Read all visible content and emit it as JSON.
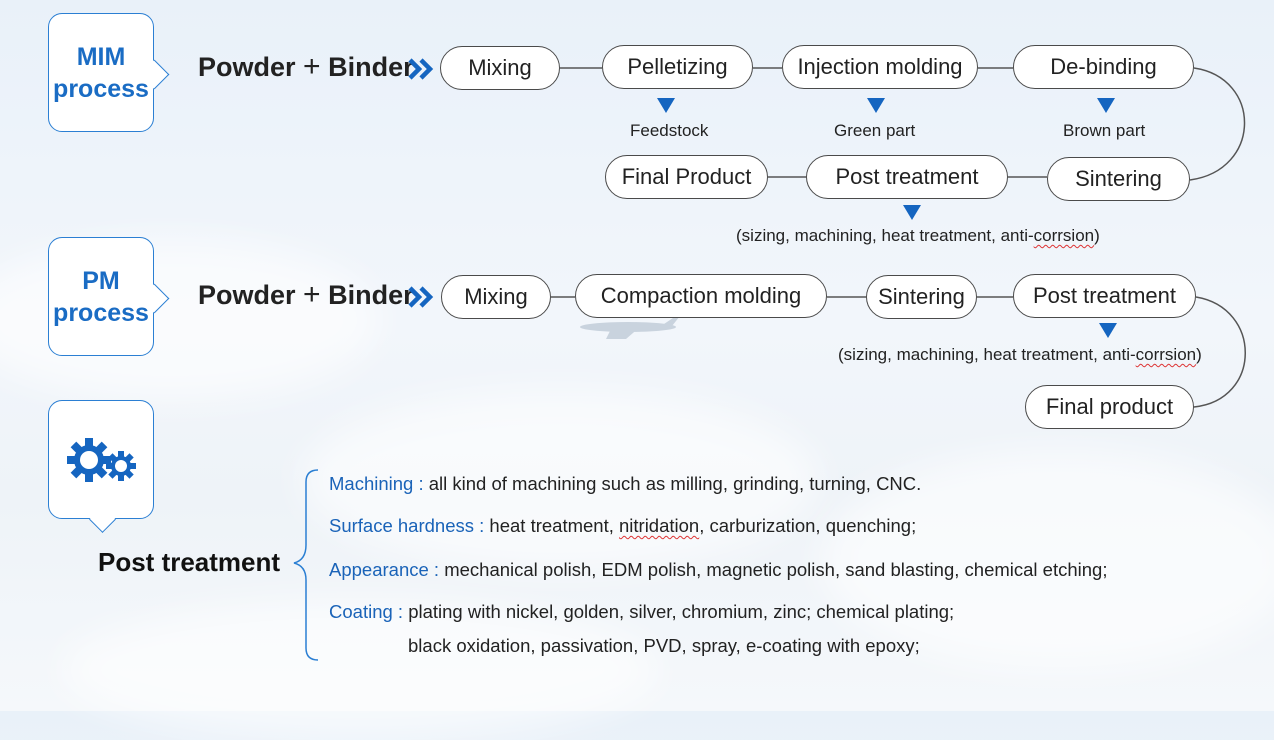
{
  "mim": {
    "badge_line1": "MIM",
    "badge_line2": "process",
    "powder": "Powder",
    "plus": "+",
    "binder": "Binder",
    "steps": {
      "mixing": "Mixing",
      "pelletizing": "Pelletizing",
      "injection": "Injection molding",
      "debinding": "De-binding",
      "sintering": "Sintering",
      "post": "Post treatment",
      "final": "Final Product"
    },
    "notes": {
      "feedstock": "Feedstock",
      "green": "Green part",
      "brown": "Brown part",
      "post_pre": "(sizing, machining, heat treatment, anti-",
      "post_word": "corrsion",
      "post_post": ")"
    }
  },
  "pm": {
    "badge_line1": "PM",
    "badge_line2": "process",
    "powder": "Powder",
    "plus": "+",
    "binder": "Binder",
    "steps": {
      "mixing": "Mixing",
      "compaction": "Compaction molding",
      "sintering": "Sintering",
      "post": "Post treatment",
      "final": "Final product"
    },
    "notes": {
      "post_pre": "(sizing, machining, heat treatment, anti-",
      "post_word": "corrsion",
      "post_post": ")"
    }
  },
  "post_treatment": {
    "title": "Post treatment",
    "icon": "gears-icon",
    "machining": {
      "label": "Machining :",
      "text": "all kind of machining such as milling, grinding, turning, CNC."
    },
    "surface": {
      "label": "Surface hardness :",
      "text_pre": "heat treatment, ",
      "text_word": "nitridation",
      "text_post": ", carburization, quenching;"
    },
    "appearance": {
      "label": "Appearance :",
      "text": "mechanical polish, EDM polish, magnetic polish, sand blasting, chemical etching;"
    },
    "coating": {
      "label": "Coating :",
      "line1": "plating with nickel, golden, silver, chromium, zinc; chemical plating;",
      "line2": "black oxidation, passivation, PVD, spray, e-coating with epoxy;"
    }
  },
  "colors": {
    "accent": "#1565c0",
    "badge_text": "#1a6cc4",
    "label_text": "#1a63b8"
  }
}
